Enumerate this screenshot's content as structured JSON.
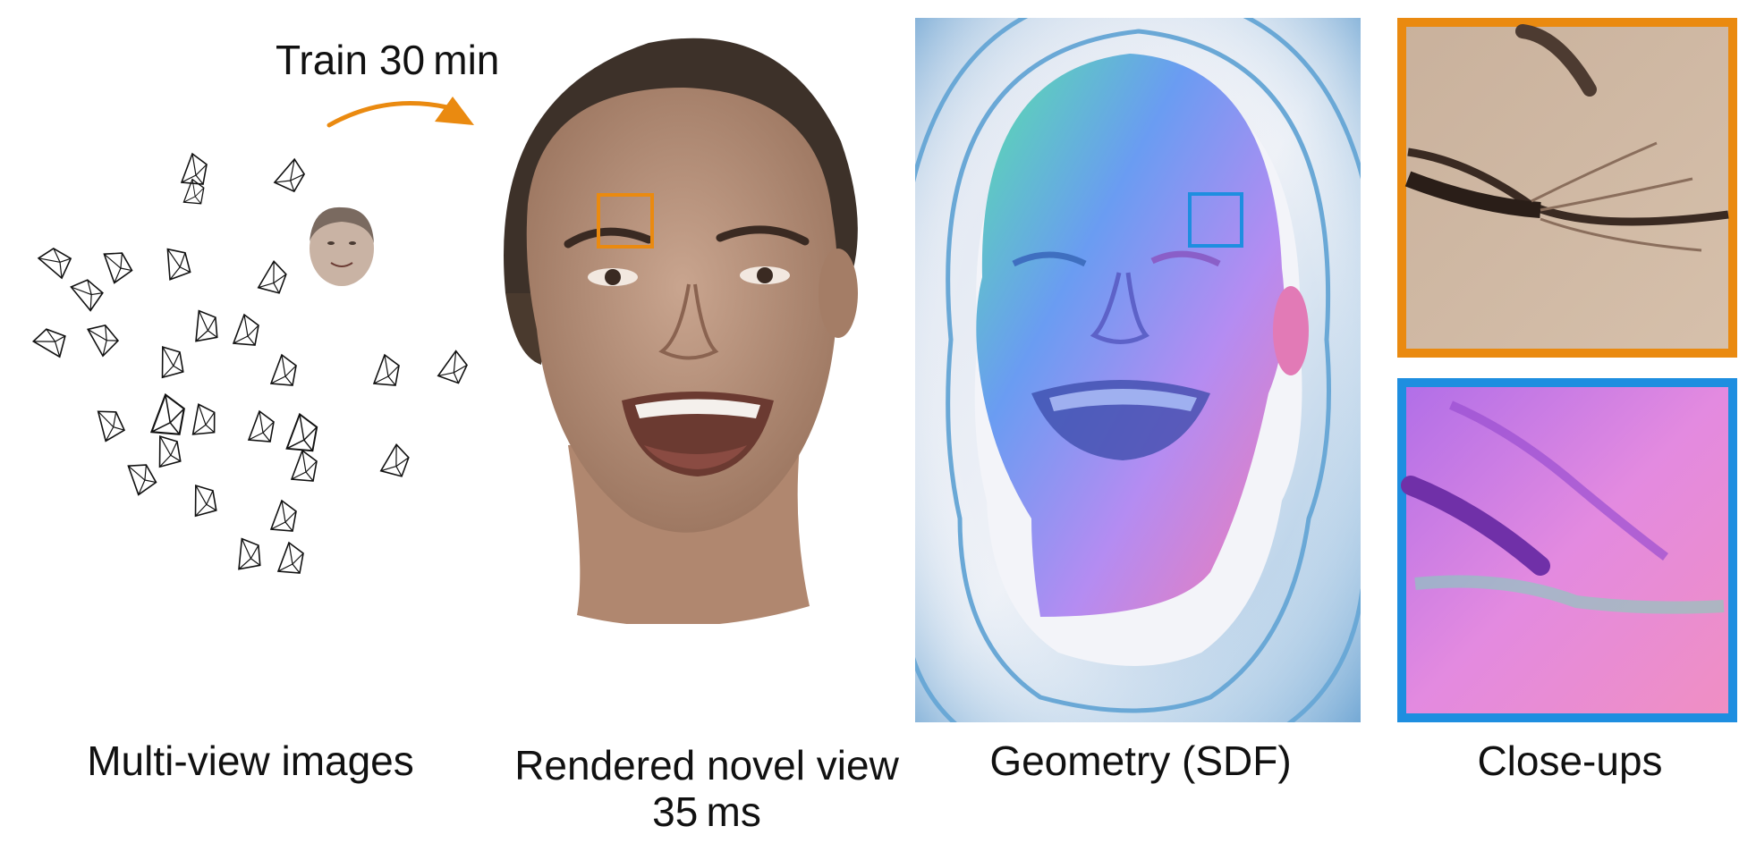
{
  "arrow_label": "Train 30 min",
  "captions": {
    "multiview": "Multi-view images",
    "rendered_line1": "Rendered novel view",
    "rendered_line2": "35 ms",
    "geometry": "Geometry (SDF)",
    "closeups": "Close-ups"
  },
  "colors": {
    "orange": "#ea8a10",
    "blue": "#1e8ee0",
    "contour": "#6aa8d6",
    "skin": "#b08a74",
    "hair": "#3d3129"
  }
}
